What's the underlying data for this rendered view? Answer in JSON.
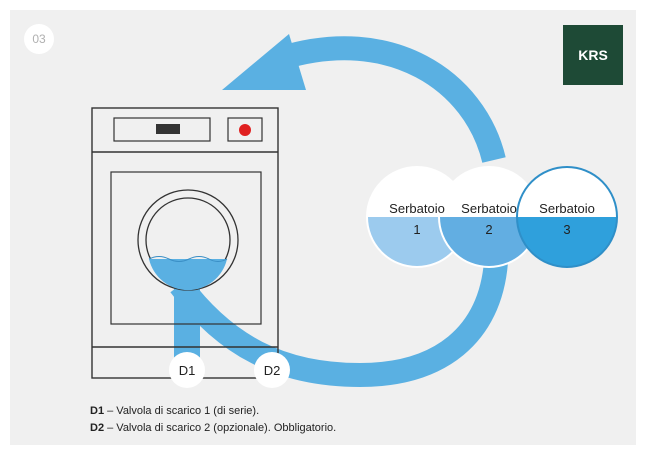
{
  "step": {
    "number": "03"
  },
  "brand": {
    "logo_text": "KRS"
  },
  "colors": {
    "background": "#f0f0f0",
    "arrow": "#5ab0e2",
    "outline": "#333333",
    "logo_bg": "#1e4a36",
    "indicator_red": "#e02020",
    "tank_1_water": "#9ccbee",
    "tank_2_water": "#62aee2",
    "tank_3_water": "#2fa0dc"
  },
  "tanks": [
    {
      "name": "Serbatoio",
      "number": "1"
    },
    {
      "name": "Serbatoio",
      "number": "2"
    },
    {
      "name": "Serbatoio",
      "number": "3"
    }
  ],
  "valves": [
    {
      "label": "D1"
    },
    {
      "label": "D2"
    }
  ],
  "legend": [
    {
      "code": "D1",
      "text": " – Valvola di scarico 1 (di serie)."
    },
    {
      "code": "D2",
      "text": " – Valvola di scarico 2 (opzionale). Obbligatorio."
    }
  ]
}
